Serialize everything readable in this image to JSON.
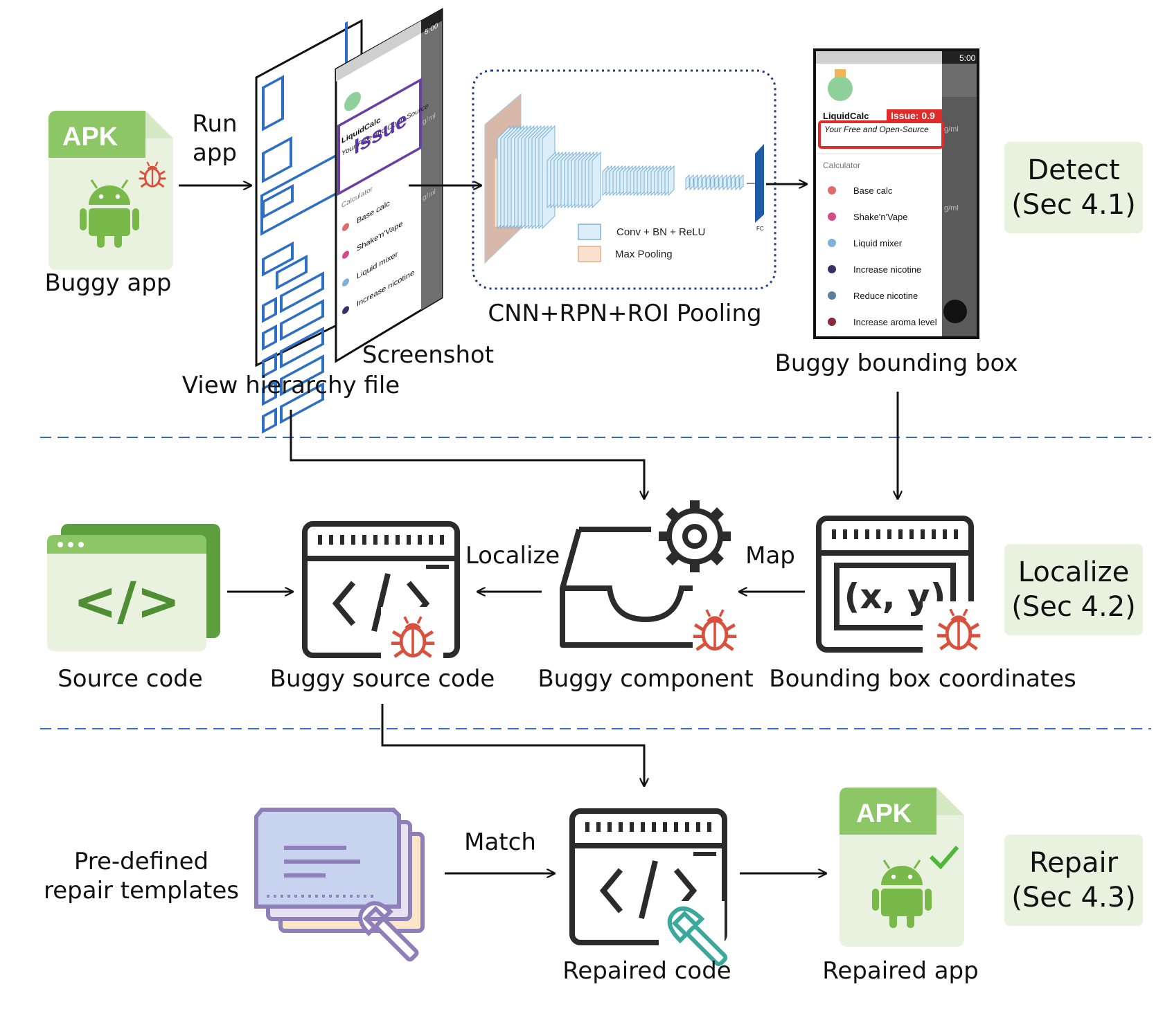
{
  "labels": {
    "buggy_app": "Buggy app",
    "run_app_1": "Run",
    "run_app_2": "app",
    "view_hierarchy": "View hierarchy file",
    "screenshot": "Screenshot",
    "cnn": "CNN+RPN+ROI Pooling",
    "buggy_bounding_box": "Buggy bounding box",
    "source_code": "Source code",
    "buggy_source_code": "Buggy source code",
    "localize_arrow": "Localize",
    "buggy_component": "Buggy component",
    "map_arrow": "Map",
    "bbox_coordinates": "Bounding box coordinates",
    "templates_1": "Pre-defined",
    "templates_2": "repair templates",
    "match_arrow": "Match",
    "repaired_code": "Repaired code",
    "repaired_app": "Repaired app",
    "apk": "APK",
    "xy": "(x, y)",
    "code_glyph": "</>"
  },
  "stages": {
    "detect_1": "Detect",
    "detect_2": "(Sec 4.1)",
    "localize_1": "Localize",
    "localize_2": "(Sec 4.2)",
    "repair_1": "Repair",
    "repair_2": "(Sec 4.3)"
  },
  "cnn_legend": {
    "conv": "Conv + BN + ReLU",
    "pool": "Max Pooling",
    "fc": "FC"
  },
  "phone": {
    "time": "5:00",
    "app_name": "LiquidCalc",
    "subtitle": "Your Free and Open-Source",
    "issue": "Issue: 0.9",
    "section": "Calculator",
    "items": [
      "Base calc",
      "Shake'n'Vape",
      "Liquid mixer",
      "Increase nicotine",
      "Reduce nicotine",
      "Increase aroma level"
    ],
    "unit": "g/ml"
  },
  "screenshot_overlay": {
    "issue_word": "Issue",
    "app_name": "LiquidCalc",
    "subtitle": "Your Free and Open-Source",
    "time": "5:00",
    "section": "Calculator",
    "items": [
      "Base calc",
      "Shake'n'Vape",
      "Liquid mixer",
      "Increase nicotine"
    ],
    "unit": "g/ml"
  },
  "colors": {
    "apk_green": "#8cc665",
    "apk_light": "#e9f1df",
    "android": "#79b94a",
    "bug_red": "#d9503c",
    "hierarchy_blue": "#2d6fc4",
    "dash_blue": "#3a66c8",
    "issue_red": "#e02b2b",
    "wrench_teal": "#3aa89a",
    "templates_purple": "#8f7fb8"
  }
}
